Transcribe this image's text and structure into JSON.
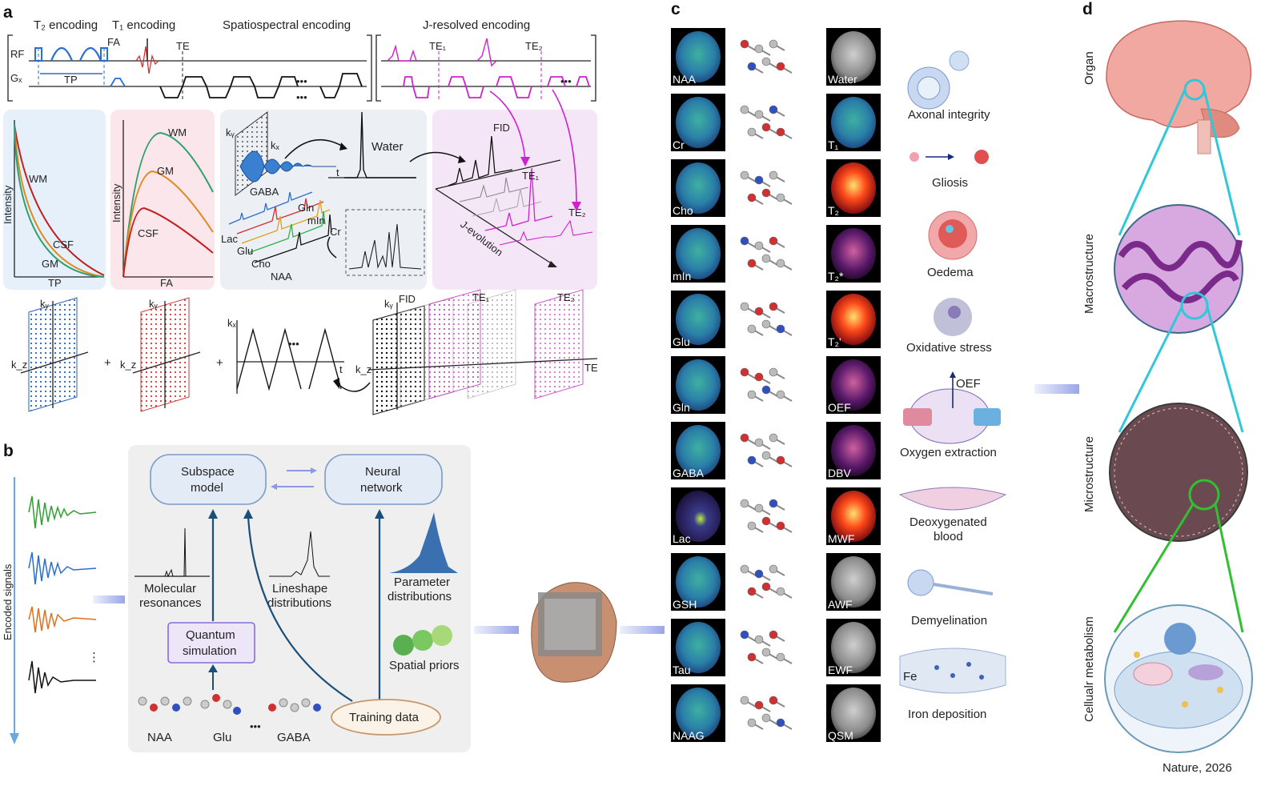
{
  "panels": {
    "a": "a",
    "b": "b",
    "c": "c",
    "d": "d"
  },
  "seq": {
    "t2_enc": "T₂ encoding",
    "t1_enc": "T₁ encoding",
    "spatio": "Spatiospectral encoding",
    "jres": "J-resolved encoding",
    "rf": "RF",
    "gx": "Gₓ",
    "fa": "FA",
    "te": "TE",
    "tp": "TP",
    "te1": "TE₁",
    "te2": "TE₂",
    "dots": "•••"
  },
  "plot1": {
    "ylabel": "Intensity",
    "xlabel": "TP",
    "wm": "WM",
    "csf": "CSF",
    "gm": "GM"
  },
  "plot2": {
    "ylabel": "Intensity",
    "xlabel": "FA",
    "wm": "WM",
    "gm": "GM",
    "csf": "CSF"
  },
  "plot3": {
    "ky": "kᵧ",
    "kx": "kₓ",
    "gaba": "GABA",
    "water": "Water",
    "t": "t",
    "gln": "Gln",
    "mln": "mIn",
    "lac": "Lac",
    "cr": "Cr",
    "glu": "Glu",
    "cho": "Cho",
    "naa": "NAA"
  },
  "plot4": {
    "fid": "FID",
    "te1": "TE₁",
    "te2": "TE₂",
    "jevo": "J-evolution"
  },
  "kspace": {
    "ky": "kᵧ",
    "kz": "k_z",
    "kx": "kₓ",
    "plus": "+",
    "t": "t",
    "ellipsis": "•••",
    "fid": "FID",
    "te1": "TE₁",
    "te2": "TE₂",
    "te": "TE"
  },
  "b": {
    "encoded": "Encoded signals",
    "subspace1": "Subspace",
    "subspace2": "model",
    "neural1": "Neural",
    "neural2": "network",
    "molres1": "Molecular",
    "molres2": "resonances",
    "line1": "Lineshape",
    "line2": "distributions",
    "param1": "Parameter",
    "param2": "distributions",
    "spatial": "Spatial priors",
    "quantum1": "Quantum",
    "quantum2": "simulation",
    "training": "Training data",
    "mol_naa": "NAA",
    "mol_glu": "Glu",
    "mol_dots": "•••",
    "mol_gaba": "GABA",
    "vdots": "⋮"
  },
  "c": {
    "left_labels": [
      "NAA",
      "Cr",
      "Cho",
      "mIn",
      "Glu",
      "Gln",
      "GABA",
      "Lac",
      "GSH",
      "Tau",
      "NAAG"
    ],
    "right_labels": [
      "Water",
      "T₁",
      "T₂",
      "T₂*",
      "T₂'",
      "OEF",
      "DBV",
      "MWF",
      "AWF",
      "EWF",
      "QSM"
    ],
    "bio": [
      "Axonal integrity",
      "Gliosis",
      "Oedema",
      "Oxidative stress",
      "OEF",
      "Oxygen extraction",
      "Deoxygenated",
      "blood",
      "Demyelination",
      "Fe",
      "Iron deposition"
    ]
  },
  "d": {
    "organ": "Organ",
    "macro": "Macrostructure",
    "micro": "Microstructure",
    "cell": "Cellualr metabolism"
  },
  "credit": "Nature, 2026"
}
